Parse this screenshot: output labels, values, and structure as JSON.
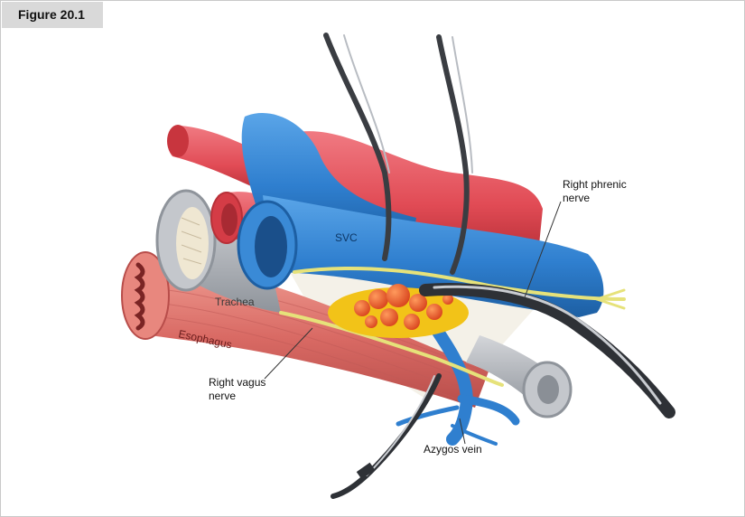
{
  "figure": {
    "label": "Figure 20.1"
  },
  "labels": {
    "svc": "SVC",
    "trachea": "Trachea",
    "esophagus": "Esophagus",
    "right_phrenic_line1": "Right phrenic",
    "right_phrenic_line2": "nerve",
    "right_vagus_line1": "Right vagus",
    "right_vagus_line2": "nerve",
    "azygos": "Azygos vein"
  },
  "colors": {
    "artery": "#e14b55",
    "vein": "#2f7fcf",
    "nerve": "#e6e27a",
    "esophagus": "#d96a64",
    "trachea": "#a9adb3",
    "node_fat": "#f2c318",
    "node": "#e8552a"
  }
}
